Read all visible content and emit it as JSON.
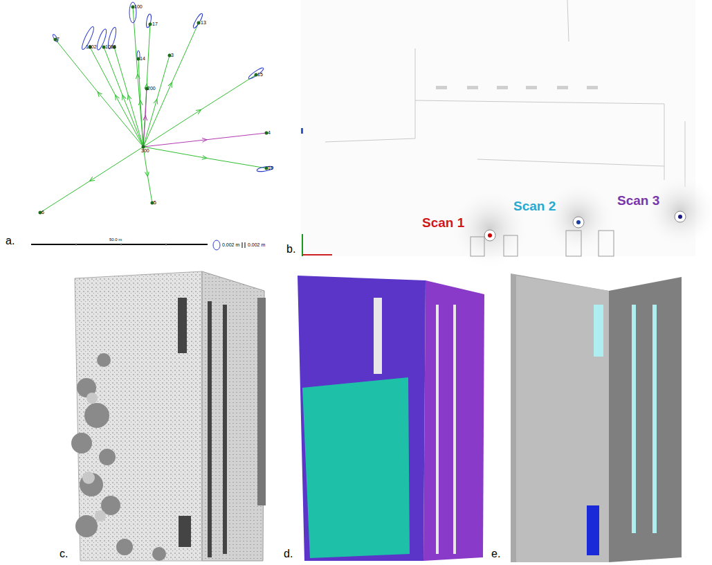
{
  "diagram": {
    "labels": [
      "a.",
      "b.",
      "c.",
      "d.",
      "e.",
      "50.0 m",
      "0.002 m",
      "0.002 m",
      "Scan 1",
      "Scan 2",
      "Scan 3",
      "300",
      "200",
      "13",
      "17",
      "15",
      "4",
      "16",
      "5",
      "6",
      "3",
      "14",
      "7",
      "1002",
      "1003",
      "100"
    ]
  }
}
